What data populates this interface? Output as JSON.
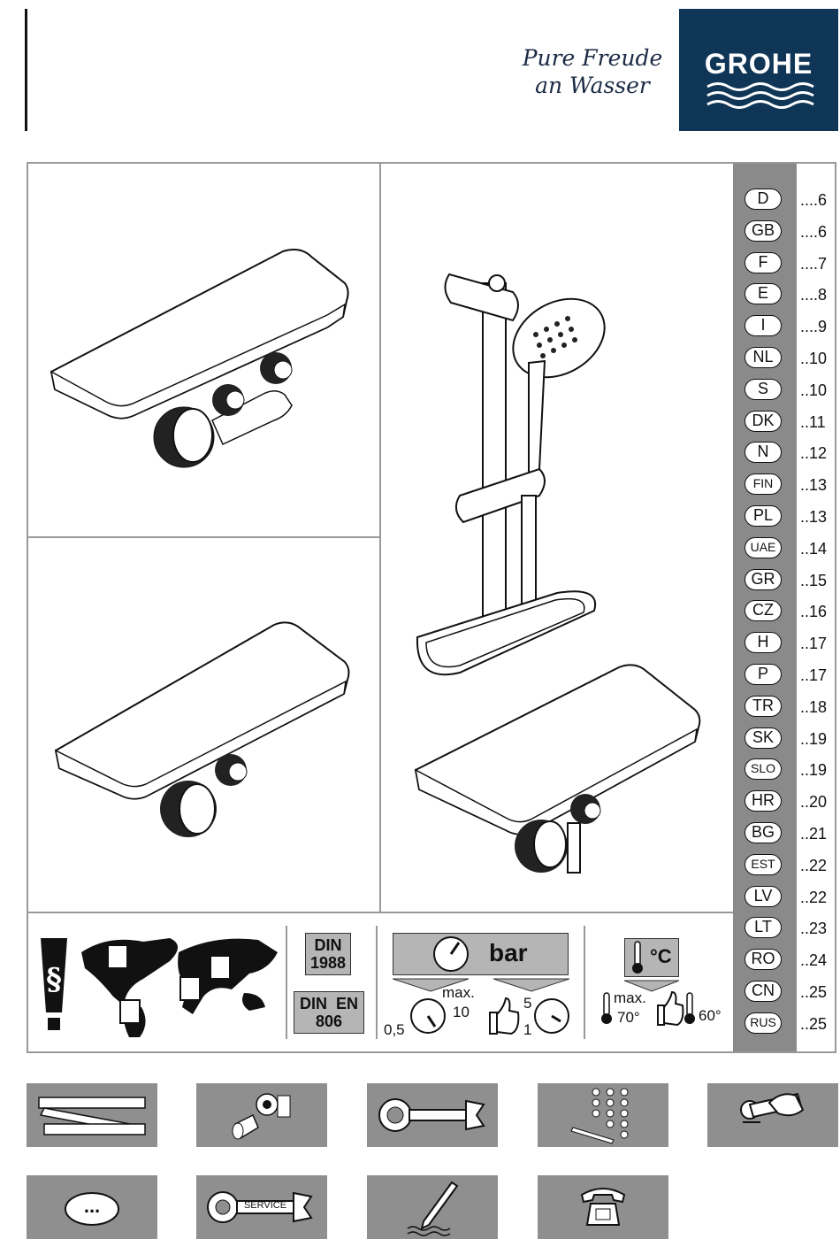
{
  "header": {
    "slogan_line1": "Pure Freude",
    "slogan_line2": "an Wasser",
    "brand": "GROHE",
    "brand_color": "#0f3557"
  },
  "languages": [
    {
      "code": "D",
      "page": "....6"
    },
    {
      "code": "GB",
      "page": "....6"
    },
    {
      "code": "F",
      "page": "....7"
    },
    {
      "code": "E",
      "page": "....8"
    },
    {
      "code": "I",
      "page": "....9"
    },
    {
      "code": "NL",
      "page": "..10"
    },
    {
      "code": "S",
      "page": "..10"
    },
    {
      "code": "DK",
      "page": "..11"
    },
    {
      "code": "N",
      "page": "..12"
    },
    {
      "code": "FIN",
      "page": "..13"
    },
    {
      "code": "PL",
      "page": "..13"
    },
    {
      "code": "UAE",
      "page": "..14"
    },
    {
      "code": "GR",
      "page": "..15"
    },
    {
      "code": "CZ",
      "page": "..16"
    },
    {
      "code": "H",
      "page": "..17"
    },
    {
      "code": "P",
      "page": "..17"
    },
    {
      "code": "TR",
      "page": "..18"
    },
    {
      "code": "SK",
      "page": "..19"
    },
    {
      "code": "SLO",
      "page": "..19"
    },
    {
      "code": "HR",
      "page": "..20"
    },
    {
      "code": "BG",
      "page": "..21"
    },
    {
      "code": "EST",
      "page": "..22"
    },
    {
      "code": "LV",
      "page": "..22"
    },
    {
      "code": "LT",
      "page": "..23"
    },
    {
      "code": "RO",
      "page": "..24"
    },
    {
      "code": "CN",
      "page": "..25"
    },
    {
      "code": "RUS",
      "page": "..25"
    }
  ],
  "standards": {
    "din1_a": "DIN",
    "din1_b": "1988",
    "din2_a": "DIN  EN",
    "din2_b": "806"
  },
  "pressure": {
    "unit": "bar",
    "max_label": "max.",
    "max_value": "10",
    "min_value": "0,5",
    "rec_high": "5",
    "rec_low": "1"
  },
  "temperature": {
    "unit": "°C",
    "max_label": "max.",
    "max_value": "70°",
    "rec_value": "60°"
  },
  "icons": {
    "row1": [
      "ruler-icon",
      "installation-icon",
      "wrench-icon",
      "spare-parts-icon",
      "grab-bar-icon"
    ],
    "row2": [
      "more-icon",
      "service-icon",
      "maintenance-icon",
      "phone-icon"
    ],
    "service_label": "SERVICE",
    "more_label": "..."
  }
}
